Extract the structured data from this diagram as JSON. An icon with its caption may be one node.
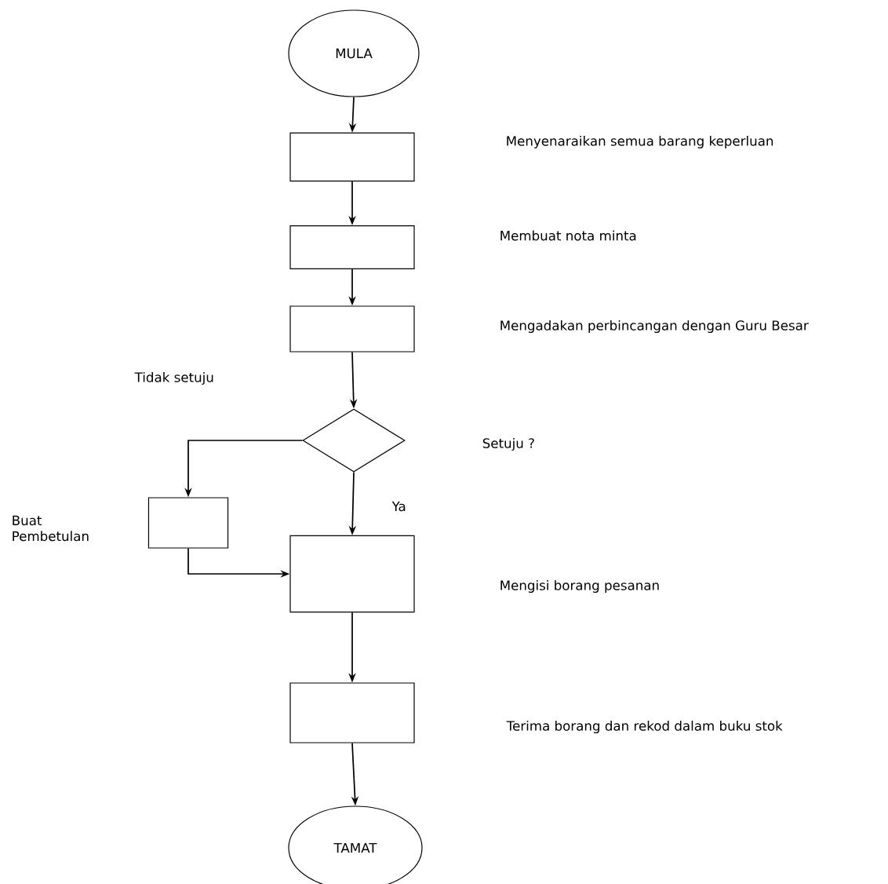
{
  "diagram": {
    "nodes": [
      {
        "text": [
          "MULA"
        ]
      },
      {
        "text": [],
        "shape": "box"
      },
      {
        "text": [],
        "shape": "box"
      },
      {
        "text": [],
        "shape": "box"
      },
      {
        "text": [],
        "shape": "diamond"
      },
      {
        "text": [],
        "shape": "box"
      },
      {
        "text": [],
        "shape": "box"
      },
      {
        "text": [],
        "shape": "box"
      },
      {
        "text": [
          "TAMAT"
        ]
      }
    ],
    "edges": [
      {
        "from": 0,
        "to": 1,
        "arrow": "to"
      },
      {
        "from": 1,
        "to": 2,
        "arrow": "to"
      },
      {
        "from": 2,
        "to": 3,
        "arrow": "to"
      },
      {
        "from": 3,
        "to": 4,
        "arrow": "to"
      },
      {
        "from": 4,
        "to": 5,
        "arrow": "to",
        "label": "Tidak setuju"
      },
      {
        "from": 4,
        "to": 6,
        "arrow": "to",
        "label": "Ya"
      },
      {
        "from": 5,
        "to": 6,
        "arrow": "to"
      },
      {
        "from": 6,
        "to": 7,
        "arrow": "to"
      },
      {
        "from": 7,
        "to": 8,
        "arrow": "to"
      }
    ],
    "labels": [
      "Menyenaraikan semua barang keperluan",
      "Membuat nota minta",
      "Mengadakan perbincangan dengan Guru Besar",
      "Setuju ?",
      "Buat Pembetulan",
      "Mengisi borang pesanan",
      "Terima borang dan rekod dalam buku stok"
    ]
  }
}
